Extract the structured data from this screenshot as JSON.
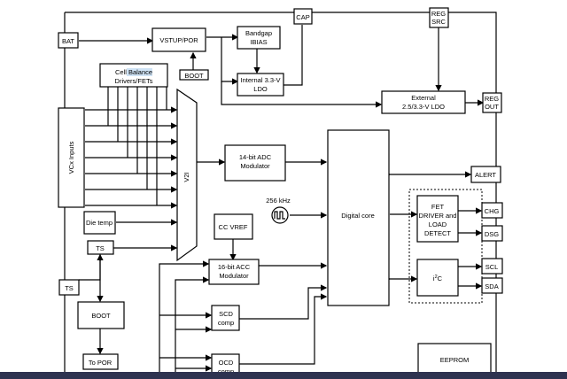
{
  "pins": {
    "bat": "BAT",
    "cap": "CAP",
    "reg_src": [
      "REG",
      "SRC"
    ],
    "reg_out": [
      "REG",
      "OUT"
    ],
    "ts": "TS",
    "alert": "ALERT",
    "chg": "CHG",
    "dsg": "DSG",
    "scl": "SCL",
    "sda": "SDA"
  },
  "blocks": {
    "vstup": "VSTUP/POR",
    "boot_top": "BOOT",
    "bandgap": [
      "Bandgap",
      "IBIAS"
    ],
    "internal_ldo": [
      "Internal 3.3-V",
      "LDO"
    ],
    "external_ldo": [
      "External",
      "2.5/3.3-V LDO"
    ],
    "cell_balance": [
      "Cell Balance",
      "Drivers/FETs"
    ],
    "vcx_inputs": "VCx Inputs",
    "v2i": "V2I",
    "die_temp": "Die temp",
    "ts": "TS",
    "boot_bottom": "BOOT",
    "to_por": "To POR",
    "adc": [
      "14-bit ADC",
      "Modulator"
    ],
    "oscillator": "256 kHz",
    "cc_vref": "CC VREF",
    "acc": [
      "16-bit ACC",
      "Modulator"
    ],
    "scd": [
      "SCD",
      "comp"
    ],
    "ocd": [
      "OCD",
      "comp"
    ],
    "digital_core": "Digital core",
    "fet": [
      "FET",
      "DRIVER and",
      "LOAD",
      "DETECT"
    ],
    "i2c": [
      "i",
      "2",
      "C"
    ],
    "eeprom": "EEPROM"
  },
  "colors": {
    "highlight": "#cfe3f5",
    "bottom_band": "#2e3350"
  }
}
